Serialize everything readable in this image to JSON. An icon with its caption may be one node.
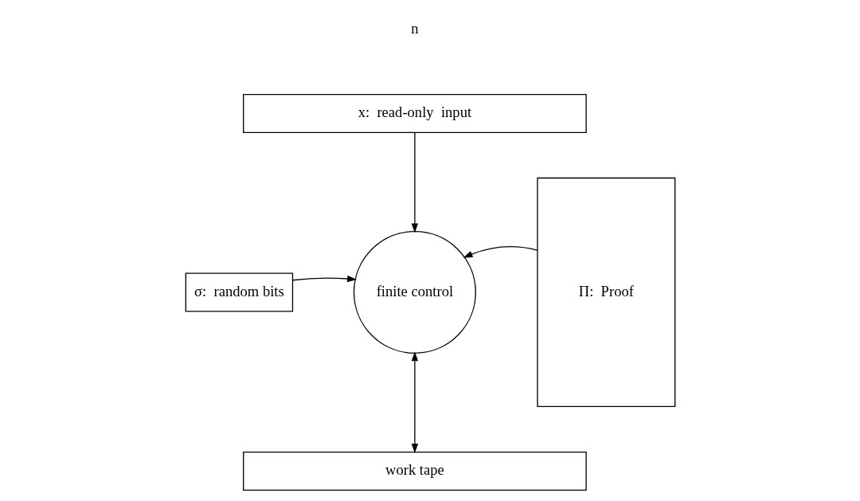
{
  "diagram": {
    "nodes": [
      {
        "text": [
          "x:  read-only  input"
        ]
      },
      {
        "text": [
          "finite control"
        ]
      },
      {
        "text": [
          "σ:  random bits"
        ]
      },
      {
        "text": [
          "Π:  Proof"
        ]
      },
      {
        "text": [
          "work tape"
        ]
      }
    ],
    "edges": [
      {
        "from": 0,
        "to": 1,
        "arrow": "to"
      },
      {
        "from": 2,
        "to": 1,
        "arrow": "to"
      },
      {
        "from": 3,
        "to": 1,
        "arrow": "to"
      },
      {
        "from": 1,
        "to": 4,
        "arrow": "both"
      }
    ],
    "labels": [
      "n"
    ]
  }
}
